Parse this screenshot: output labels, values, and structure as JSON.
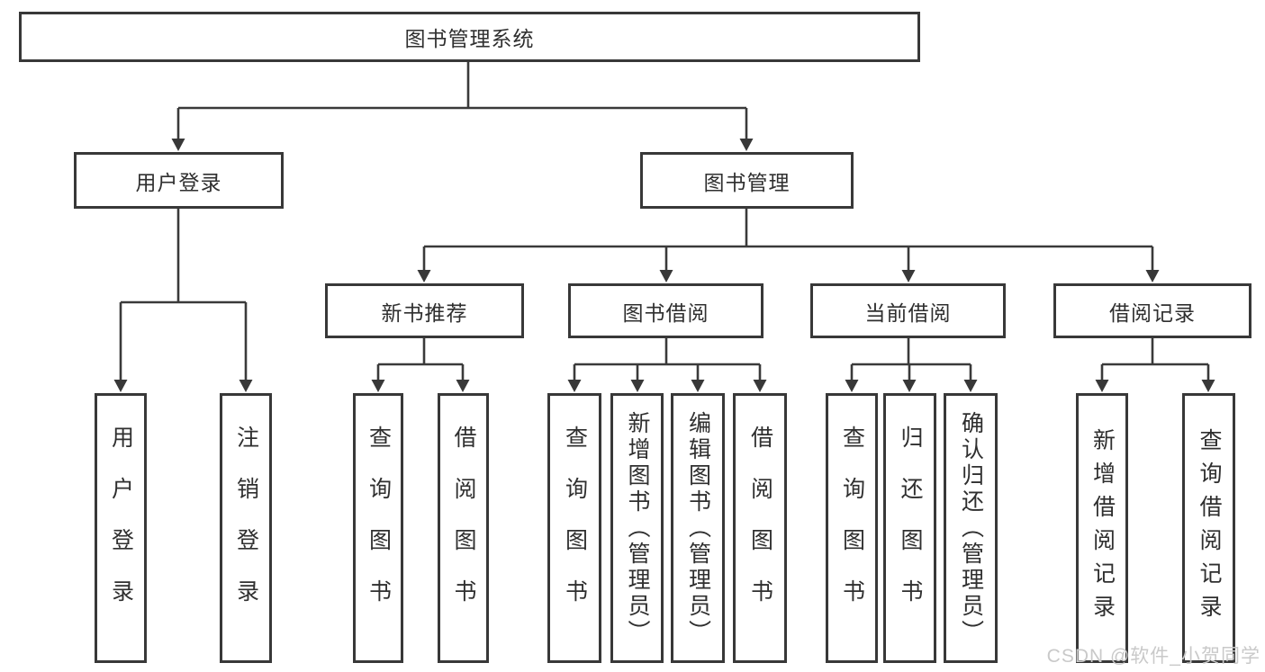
{
  "tree": {
    "label": "图书管理系统",
    "children": [
      {
        "label": "用户登录",
        "children": [
          {
            "label": "用户登录"
          },
          {
            "label": "注销登录"
          }
        ]
      },
      {
        "label": "图书管理",
        "children": [
          {
            "label": "新书推荐",
            "children": [
              {
                "label": "查询图书"
              },
              {
                "label": "借阅图书"
              }
            ]
          },
          {
            "label": "图书借阅",
            "children": [
              {
                "label": "查询图书"
              },
              {
                "label": "新增图书（管理员）"
              },
              {
                "label": "编辑图书（管理员）"
              },
              {
                "label": "借阅图书"
              }
            ]
          },
          {
            "label": "当前借阅",
            "children": [
              {
                "label": "查询图书"
              },
              {
                "label": "归还图书"
              },
              {
                "label": "确认归还（管理员）"
              }
            ]
          },
          {
            "label": "借阅记录",
            "children": [
              {
                "label": "新增借阅记录"
              },
              {
                "label": "查询借阅记录"
              }
            ]
          }
        ]
      }
    ]
  },
  "watermark": "CSDN @软件_小贺同学",
  "colors": {
    "line": "#3a3a3a",
    "border": "#383838",
    "text": "#2f2f2f",
    "watermark": "#c9c9c9",
    "background": "#ffffff"
  }
}
